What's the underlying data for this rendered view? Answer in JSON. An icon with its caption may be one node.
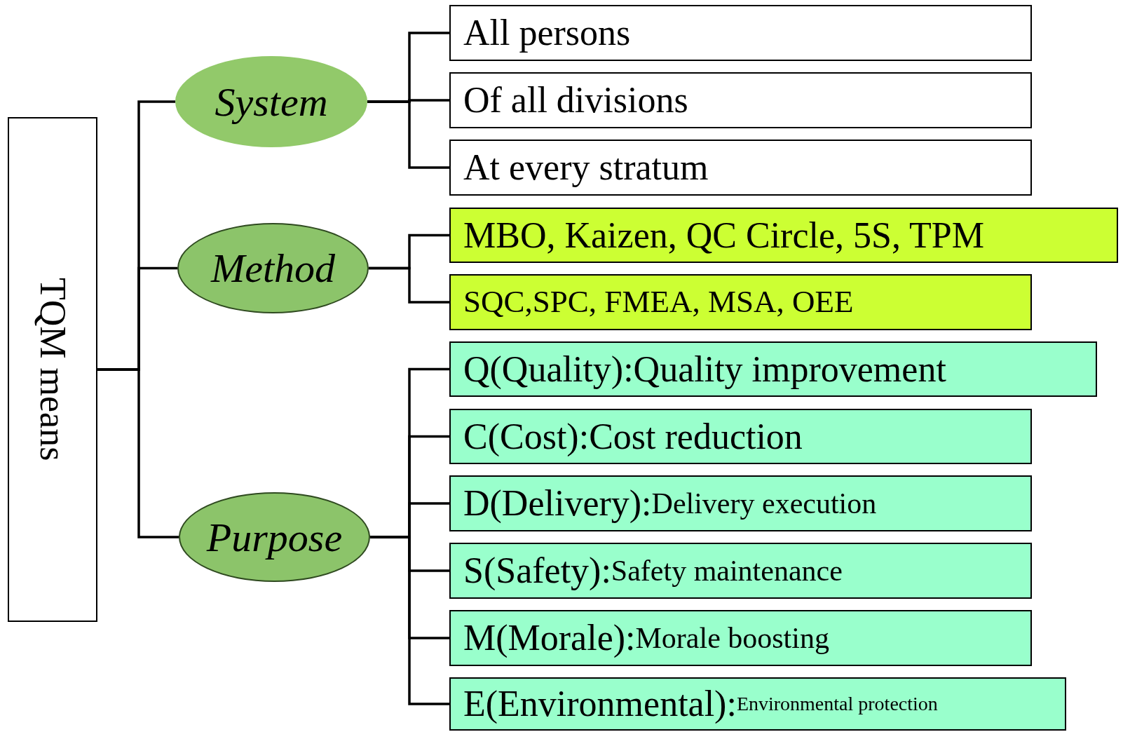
{
  "diagram": {
    "nodes": [
      {
        "text": [
          "TQM means"
        ]
      },
      {
        "text": [
          "System"
        ]
      },
      {
        "text": [
          "All persons"
        ]
      },
      {
        "text": [
          "Of all divisions"
        ]
      },
      {
        "text": [
          "At every stratum"
        ]
      },
      {
        "text": [
          "Method"
        ]
      },
      {
        "text": [
          "MBO, Kaizen, QC Circle, 5S, TPM"
        ]
      },
      {
        "text": [
          "SQC,SPC, FMEA, MSA, OEE"
        ]
      },
      {
        "text": [
          "Purpose"
        ]
      },
      {
        "text": [
          "Q(Quality):Quality improvement"
        ]
      },
      {
        "text": [
          "C(Cost):Cost reduction"
        ]
      },
      {
        "text": [
          "D(Delivery):",
          "Delivery execution"
        ]
      },
      {
        "text": [
          "S(Safety):",
          "Safety maintenance"
        ]
      },
      {
        "text": [
          "M(Morale):",
          "Morale boosting"
        ]
      },
      {
        "text": [
          "E(Environmental):",
          "Environmental protection"
        ]
      }
    ],
    "edges": [
      {
        "from": 0,
        "to": 1,
        "arrow": "none"
      },
      {
        "from": 0,
        "to": 5,
        "arrow": "none"
      },
      {
        "from": 0,
        "to": 8,
        "arrow": "none"
      },
      {
        "from": 1,
        "to": 2,
        "arrow": "none"
      },
      {
        "from": 1,
        "to": 3,
        "arrow": "none"
      },
      {
        "from": 1,
        "to": 4,
        "arrow": "none"
      },
      {
        "from": 5,
        "to": 6,
        "arrow": "none"
      },
      {
        "from": 5,
        "to": 7,
        "arrow": "none"
      },
      {
        "from": 8,
        "to": 9,
        "arrow": "none"
      },
      {
        "from": 8,
        "to": 10,
        "arrow": "none"
      },
      {
        "from": 8,
        "to": 11,
        "arrow": "none"
      },
      {
        "from": 8,
        "to": 12,
        "arrow": "none"
      },
      {
        "from": 8,
        "to": 13,
        "arrow": "none"
      },
      {
        "from": 8,
        "to": 14,
        "arrow": "none"
      }
    ]
  }
}
